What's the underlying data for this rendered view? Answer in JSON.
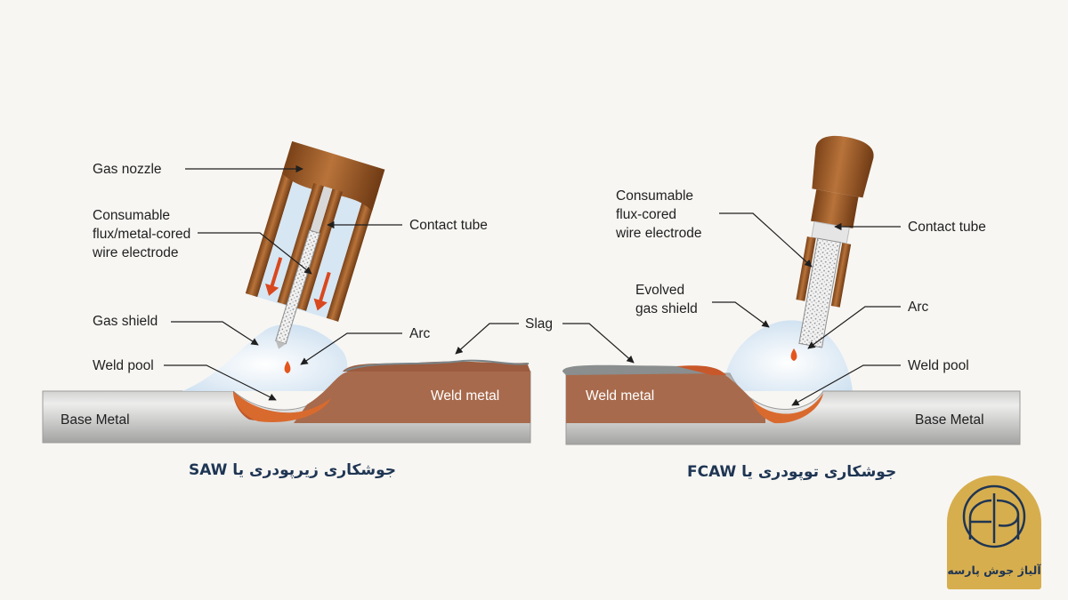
{
  "left_panel": {
    "labels": {
      "gas_nozzle": "Gas nozzle",
      "electrode_1": "Consumable",
      "electrode_2": "flux/metal-cored",
      "electrode_3": "wire electrode",
      "contact_tube": "Contact tube",
      "gas_shield": "Gas shield",
      "arc": "Arc",
      "weld_pool": "Weld pool",
      "weld_metal": "Weld metal",
      "base_metal": "Base Metal"
    },
    "caption": "جوشکاری زیرپودری یا SAW"
  },
  "center_label": {
    "slag": "Slag"
  },
  "right_panel": {
    "labels": {
      "electrode_1": "Consumable",
      "electrode_2": "flux-cored",
      "electrode_3": "wire electrode",
      "contact_tube": "Contact tube",
      "evolved_1": "Evolved",
      "evolved_2": "gas shield",
      "arc": "Arc",
      "weld_pool": "Weld pool",
      "weld_metal": "Weld metal",
      "base_metal": "Base Metal"
    },
    "caption": "جوشکاری توپودری یا FCAW"
  },
  "logo": {
    "text": "آلیاژ جوش پارسه"
  },
  "colors": {
    "background": "#f7f6f3",
    "base_metal": "#bcbcbb",
    "weld_metal": "#a86a4c",
    "weld_pool": "#d96a2e",
    "nozzle": "#a5602b",
    "shield": "#dce9f4",
    "arrow": "#d9481e",
    "caption": "#1f3553",
    "logo_gold": "#d7ae4e"
  }
}
